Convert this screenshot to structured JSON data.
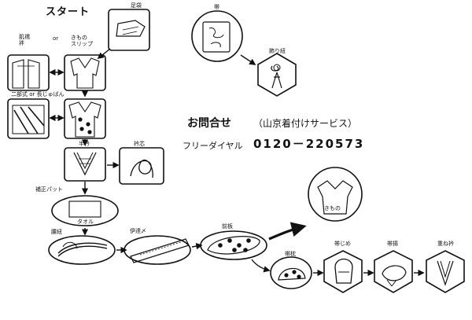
{
  "start_label": "スタート",
  "or_label": "or",
  "items": {
    "tabi": "足袋",
    "hadajuban": "肌襦\n袢",
    "kimono_slip": "きもの\nスリップ",
    "nibushiki": "二部式 or 長じゅばん",
    "haneri": "半衿",
    "erishin": "衿芯",
    "hosei_pad": "補正パット",
    "towel": "タオル",
    "koshihimo": "腰紐",
    "datejime": "伊達〆",
    "maeita": "前板",
    "obimakura": "帯枕",
    "obijime": "帯じめ",
    "obiage": "帯揚",
    "kasaneeri": "重ね衿",
    "obi": "帯",
    "kazarihimo": "飾り紐",
    "kimono": "きもの"
  },
  "contact": {
    "title": "お問合せ",
    "subtitle": "（山京着付けサービス）",
    "dial_label": "フリーダイヤル",
    "phone": "0120－220573"
  }
}
